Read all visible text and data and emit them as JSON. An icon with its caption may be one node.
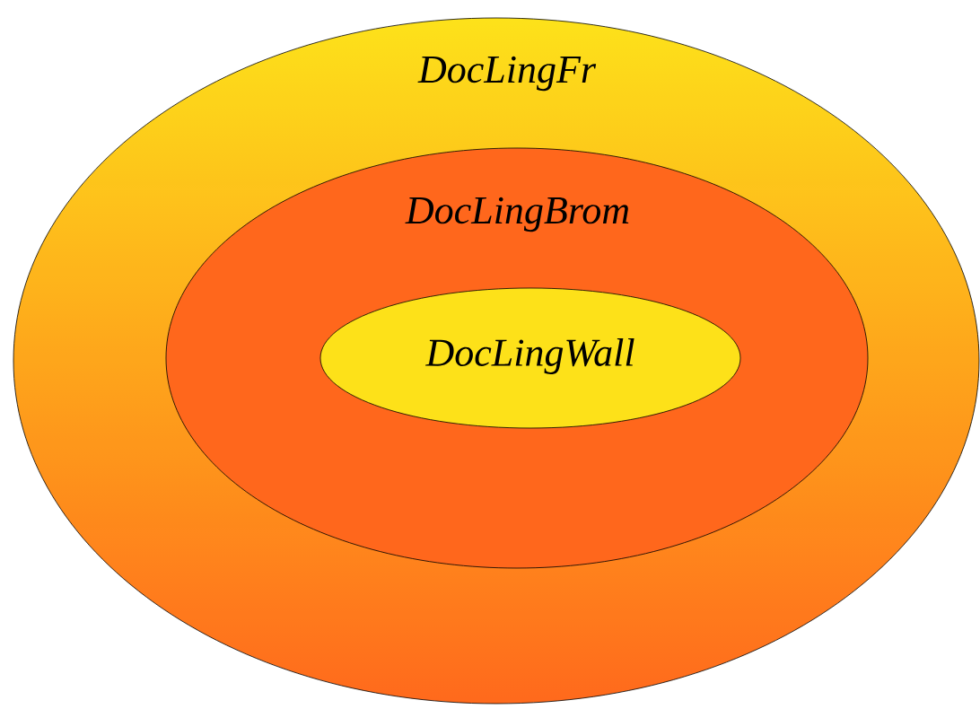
{
  "diagram": {
    "nodes": [
      {
        "text": [
          "DocLingFr"
        ]
      },
      {
        "text": [
          "DocLingBrom"
        ],
        "in": 0
      },
      {
        "text": [
          "DocLingWall"
        ],
        "in": 1
      }
    ]
  }
}
